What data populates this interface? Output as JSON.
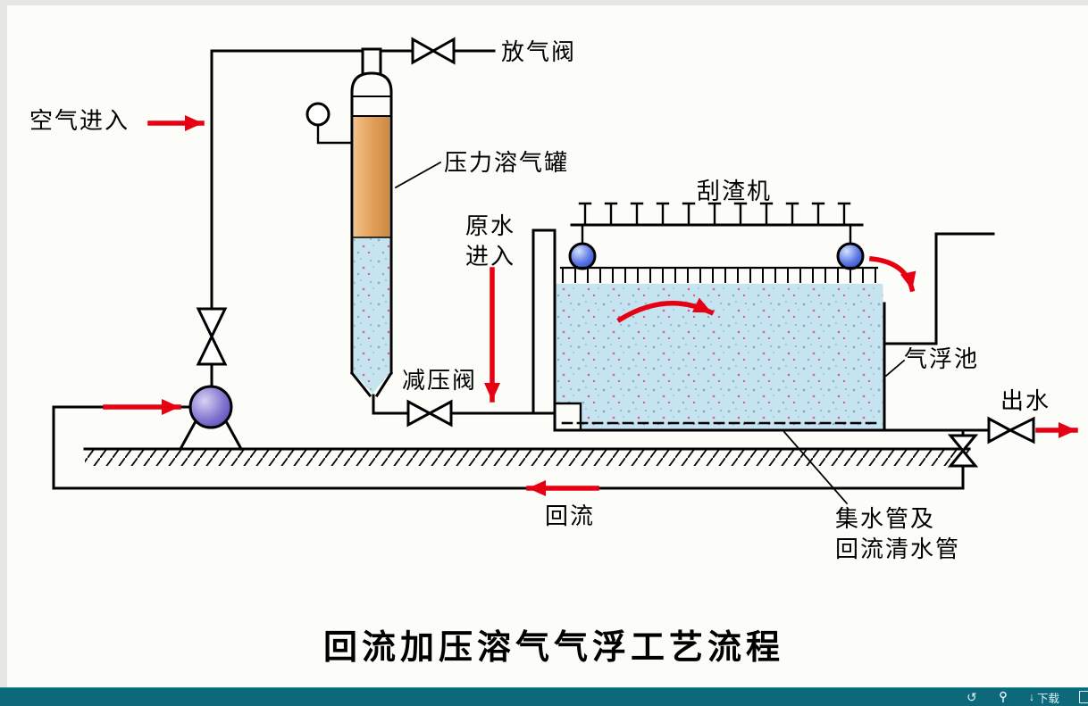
{
  "diagram": {
    "labels": {
      "air_in": "空气进入",
      "vent_valve": "放气阀",
      "pressure_tank": "压力溶气罐",
      "scraper": "刮渣机",
      "raw_water_line1": "原水",
      "raw_water_line2": "进入",
      "reducing_valve": "减压阀",
      "flotation_tank": "气浮池",
      "outflow": "出水",
      "reflux": "回流",
      "collector_line1": "集水管及",
      "collector_line2": "回流清水管"
    },
    "title": "回流加压溶气气浮工艺流程",
    "colors": {
      "flow_arrow": "#e60012",
      "tank_upper_fill": "#e3a05b",
      "water_fill": "#c6e4ef",
      "pump_fill": "#8276d0",
      "pulley_fill": "#5a74e4",
      "line": "#000000"
    }
  },
  "statusbar": {
    "background": "#0d6879",
    "icons": {
      "rotate": "↺",
      "download_arrow": "↓"
    },
    "download_label": "下载"
  }
}
